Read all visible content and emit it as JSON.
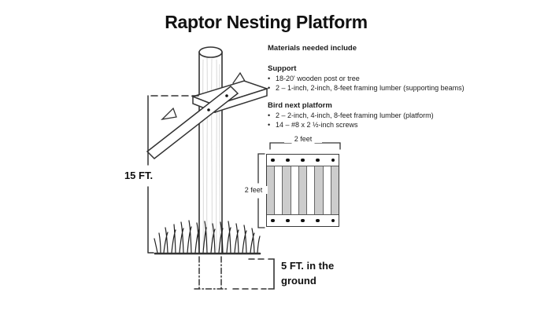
{
  "title": "Raptor Nesting Platform",
  "materials": {
    "heading": "Materials needed include",
    "bullet": "•",
    "sections": [
      {
        "heading": "Support",
        "items": [
          "18-20' wooden post or tree",
          "2 – 1-inch, 2-inch, 8-feet framing lumber (supporting beams)"
        ]
      },
      {
        "heading": "Bird next platform",
        "items": [
          "2 – 2-inch, 4-inch, 8-feet framing lumber (platform)",
          "14 – #8 x 2 ½-inch screws"
        ]
      }
    ]
  },
  "diagram": {
    "height_label": "15 FT.",
    "ground_label": "5 FT. in the ground",
    "platform_width_label": "2 feet",
    "platform_height_label": "2 feet",
    "slat_count": 5,
    "screws_per_row": 5
  },
  "colors": {
    "line": "#333333",
    "slat_gray": "#cccccc",
    "text": "#111111"
  }
}
